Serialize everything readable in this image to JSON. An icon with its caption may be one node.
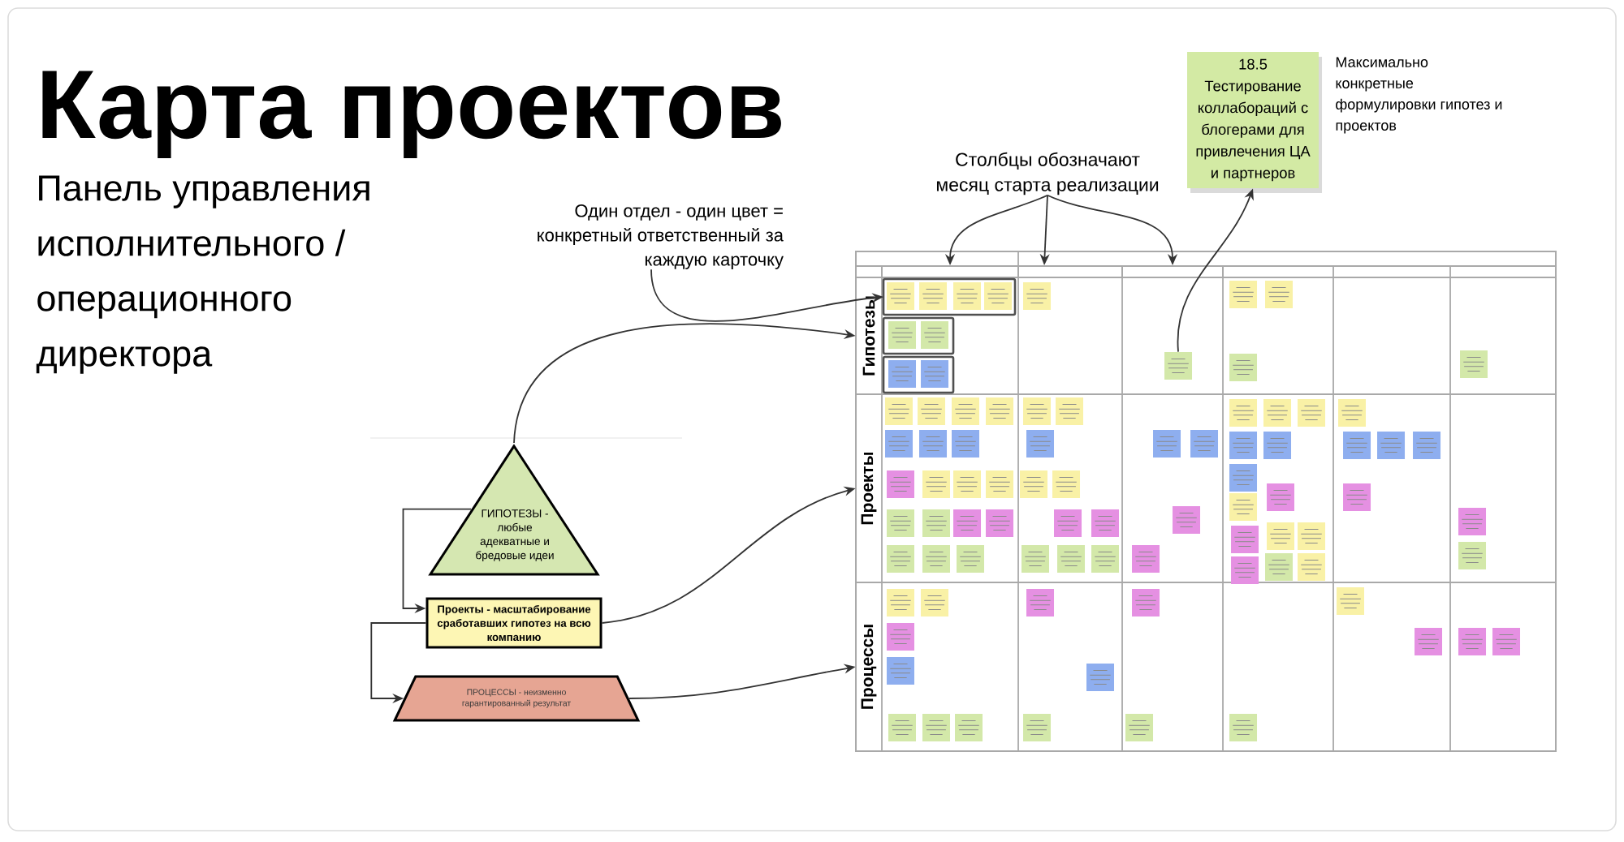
{
  "diagram": {
    "title": "Карта проектов",
    "nodes": [
      {
        "text": [
          "Один отдел - один цвет = конкретный ответственный за каждую карточку"
        ]
      },
      {
        "text": [
          "Столбцы обозначают месяц старта реализации"
        ]
      },
      {
        "text": [
          "18.5",
          "Тестирование коллабораций с блогерами для привлечения ЦА и партнеров"
        ],
        "beside": [
          "Максимально конкретные формулировки гипотез и проектов"
        ]
      },
      {
        "text": [
          "ГИПОТЕЗЫ - любые адекватные и бредовые идеи"
        ]
      },
      {
        "text": [
          "Проекты - масштабирование сработавших гипотез на всю компанию"
        ]
      },
      {
        "text": [
          "ПРОЦЕССЫ - неизменно гарантированный результат"
        ]
      },
      {
        "text": [],
        "shape": "box"
      },
      {
        "text": [],
        "shape": "box",
        "in": 6
      },
      {
        "text": [],
        "shape": "box",
        "in": 6
      },
      {
        "text": [],
        "shape": "box",
        "in": 6
      },
      {
        "text": [
          "Гипотезы"
        ],
        "in": 6
      },
      {
        "text": [],
        "shape": "box",
        "in": 6
      },
      {
        "text": [],
        "shape": "box",
        "in": 6
      },
      {
        "text": [],
        "shape": "box",
        "in": 6
      },
      {
        "text": [
          "Проекты"
        ],
        "in": 6
      },
      {
        "text": [
          "Процессы"
        ],
        "in": 6
      },
      {
        "text": [],
        "shape": "box",
        "in": 11
      },
      {
        "text": [],
        "shape": "box",
        "in": 11
      },
      {
        "text": [],
        "shape": "box",
        "in": 11
      },
      {
        "text": [],
        "shape": "box",
        "in": 11
      },
      {
        "text": [],
        "shape": "box",
        "in": 6
      },
      {
        "text": [],
        "shape": "box",
        "in": 6
      },
      {
        "text": [],
        "shape": "box",
        "in": 6
      },
      {
        "text": [],
        "shape": "box",
        "in": 12
      },
      {
        "text": [],
        "shape": "box",
        "in": 12
      },
      {
        "text": [],
        "shape": "box",
        "in": 13
      },
      {
        "text": [],
        "shape": "box",
        "in": 13
      },
      {
        "text": [],
        "shape": "box",
        "in": 6
      },
      {
        "text": [],
        "shape": "box",
        "in": 6
      },
      {
        "text": [],
        "shape": "box",
        "in": 6
      },
      {
        "text": [],
        "shape": "box",
        "in": 6
      },
      {
        "text": [],
        "shape": "box",
        "in": 6
      },
      {
        "text": [],
        "shape": "box",
        "in": 6
      },
      {
        "text": [],
        "shape": "box",
        "in": 6
      },
      {
        "text": [],
        "shape": "box",
        "in": 6
      },
      {
        "text": [],
        "shape": "box",
        "in": 6
      },
      {
        "text": [],
        "shape": "box",
        "in": 6
      },
      {
        "text": [],
        "shape": "box",
        "in": 6
      },
      {
        "text": [],
        "shape": "box",
        "in": 6
      },
      {
        "text": [],
        "shape": "box",
        "in": 6
      },
      {
        "text": [],
        "shape": "box",
        "in": 6
      },
      {
        "text": [],
        "shape": "box",
        "in": 6
      },
      {
        "text": [],
        "shape": "box",
        "in": 6
      },
      {
        "text": [],
        "shape": "box",
        "in": 6
      },
      {
        "text": [],
        "shape": "box",
        "in": 6
      },
      {
        "text": [],
        "shape": "box",
        "in": 6
      },
      {
        "text": [],
        "shape": "box",
        "in": 6
      },
      {
        "text": [],
        "shape": "box",
        "in": 6
      },
      {
        "text": [],
        "shape": "box",
        "in": 6
      },
      {
        "text": [],
        "shape": "box",
        "in": 6
      },
      {
        "text": [],
        "shape": "box",
        "in": 6
      },
      {
        "text": [],
        "shape": "box",
        "in": 6
      },
      {
        "text": [],
        "shape": "box",
        "in": 6
      },
      {
        "text": [],
        "shape": "box",
        "in": 6
      },
      {
        "text": [],
        "shape": "box",
        "in": 6
      },
      {
        "text": [],
        "shape": "box",
        "in": 6
      },
      {
        "text": [],
        "shape": "box",
        "in": 6
      },
      {
        "text": [],
        "shape": "box",
        "in": 6
      },
      {
        "text": [],
        "shape": "box",
        "in": 6
      },
      {
        "text": [],
        "shape": "box",
        "in": 6
      },
      {
        "text": [],
        "shape": "box",
        "in": 6
      },
      {
        "text": [],
        "shape": "box",
        "in": 6
      },
      {
        "text": [],
        "shape": "box",
        "in": 6
      },
      {
        "text": [],
        "shape": "box",
        "in": 6
      },
      {
        "text": [],
        "shape": "box",
        "in": 6
      },
      {
        "text": [],
        "shape": "box",
        "in": 6
      },
      {
        "text": [],
        "shape": "box",
        "in": 6
      },
      {
        "text": [],
        "shape": "box",
        "in": 6
      },
      {
        "text": [],
        "shape": "box",
        "in": 6
      },
      {
        "text": [],
        "shape": "box",
        "in": 6
      },
      {
        "text": [],
        "shape": "box",
        "in": 6
      },
      {
        "text": [],
        "shape": "box",
        "in": 6
      },
      {
        "text": [],
        "shape": "box",
        "in": 6
      },
      {
        "text": [],
        "shape": "box",
        "in": 6
      },
      {
        "text": [],
        "shape": "box",
        "in": 6
      },
      {
        "text": [],
        "shape": "box",
        "in": 6
      },
      {
        "text": [],
        "shape": "box",
        "in": 6
      },
      {
        "text": [],
        "shape": "box",
        "in": 6
      },
      {
        "text": [],
        "shape": "box",
        "in": 6
      },
      {
        "text": [],
        "shape": "box",
        "in": 6
      },
      {
        "text": [],
        "shape": "box",
        "in": 6
      },
      {
        "text": [],
        "shape": "box",
        "in": 6
      },
      {
        "text": [],
        "shape": "box",
        "in": 6
      },
      {
        "text": [],
        "shape": "box",
        "in": 6
      },
      {
        "text": [],
        "shape": "box",
        "in": 6
      },
      {
        "text": [],
        "shape": "box",
        "in": 6
      },
      {
        "text": [],
        "shape": "box",
        "in": 6
      },
      {
        "text": [],
        "shape": "box",
        "in": 6
      },
      {
        "text": [],
        "shape": "box",
        "in": 6
      },
      {
        "text": [],
        "shape": "box",
        "in": 6
      },
      {
        "text": [],
        "shape": "box",
        "in": 6
      },
      {
        "text": [],
        "shape": "box",
        "in": 6
      },
      {
        "text": [],
        "shape": "box",
        "in": 6
      },
      {
        "text": [],
        "shape": "box",
        "in": 6
      },
      {
        "text": [],
        "shape": "box",
        "in": 6
      },
      {
        "text": [],
        "shape": "box",
        "in": 6
      },
      {
        "text": [],
        "shape": "box",
        "in": 6
      },
      {
        "text": [],
        "shape": "box",
        "in": 6
      },
      {
        "text": [],
        "shape": "box",
        "in": 6
      },
      {
        "text": [],
        "shape": "box",
        "in": 6
      }
    ],
    "edges": [
      {
        "from": 1,
        "to": 7,
        "arrow": "to"
      },
      {
        "from": 1,
        "to": 8,
        "arrow": "to"
      },
      {
        "from": 1,
        "to": 9,
        "arrow": "to"
      },
      {
        "from": 0,
        "to": 11,
        "arrow": "to"
      },
      {
        "from": 3,
        "to": 10,
        "arrow": "to"
      },
      {
        "from": 4,
        "to": 14,
        "arrow": "to"
      },
      {
        "from": 5,
        "to": 15,
        "arrow": "to"
      },
      {
        "from": 3,
        "to": 4,
        "arrow": "to"
      },
      {
        "from": 4,
        "to": 5,
        "arrow": "to"
      },
      {
        "from": 27,
        "to": 2,
        "arrow": "to"
      }
    ],
    "labels": [
      "Панель управления исполнительного / операционного директора"
    ]
  }
}
